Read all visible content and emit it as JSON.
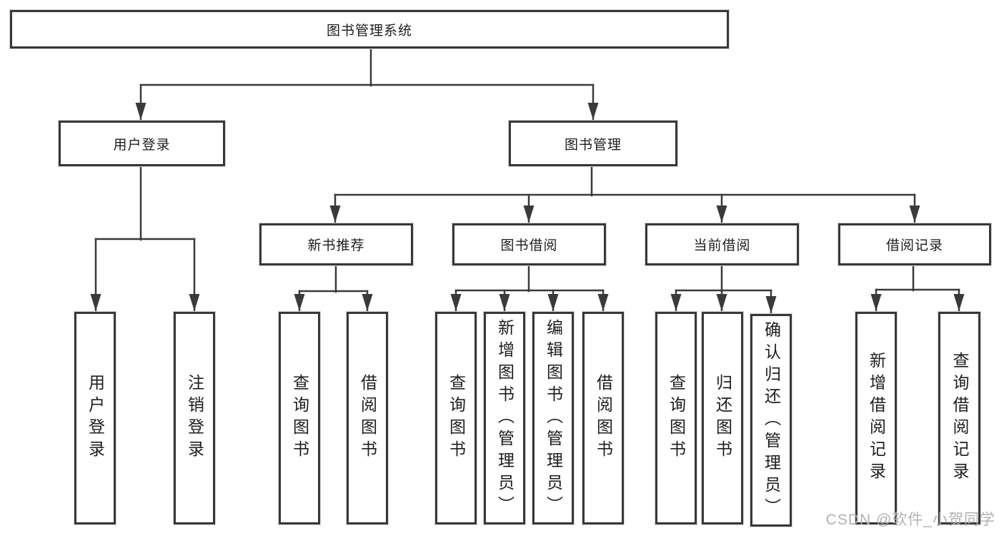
{
  "diagram": {
    "root": {
      "label": "图书管理系统"
    },
    "level2": [
      {
        "label": "用户登录"
      },
      {
        "label": "图书管理"
      }
    ],
    "level3": [
      {
        "label": "新书推荐"
      },
      {
        "label": "图书借阅"
      },
      {
        "label": "当前借阅"
      },
      {
        "label": "借阅记录"
      }
    ],
    "leaves": {
      "user_login": [
        {
          "label": "用户登录"
        },
        {
          "label": "注销登录"
        }
      ],
      "new_books": [
        {
          "label": "查询图书"
        },
        {
          "label": "借阅图书"
        }
      ],
      "book_borrow": [
        {
          "label": "查询图书"
        },
        {
          "label": "新增图书（管理员）"
        },
        {
          "label": "编辑图书（管理员）"
        },
        {
          "label": "借阅图书"
        }
      ],
      "current_borrow": [
        {
          "label": "查询图书"
        },
        {
          "label": "归还图书"
        },
        {
          "label": "确认归还（管理员）"
        }
      ],
      "borrow_records": [
        {
          "label": "新增借阅记录"
        },
        {
          "label": "查询借阅记录"
        }
      ]
    }
  },
  "watermark": {
    "text": "CSDN @软件_小贺同学"
  },
  "colors": {
    "line": "#3a3a3a",
    "box_border": "#383838",
    "text": "#1d1d1d",
    "background": "#ffffff",
    "watermark": "#b2b2b5"
  }
}
